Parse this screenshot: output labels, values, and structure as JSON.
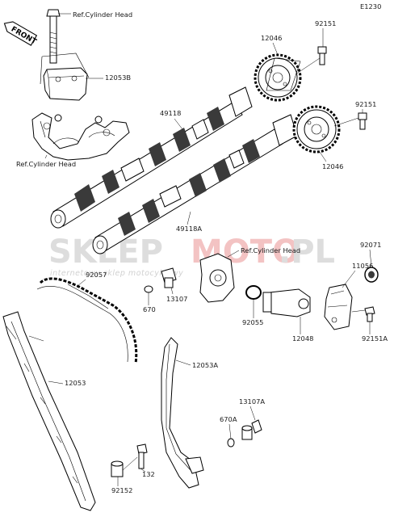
{
  "diagram_code": "E1230",
  "front_badge": "FRONT",
  "refs": {
    "top": "Ref.Cylinder Head",
    "mid": "Ref.Cylinder Head",
    "tensioner": "Ref.Cylinder Head"
  },
  "parts": {
    "p12053B": "12053B",
    "p12046_top": "12046",
    "p92151_top": "92151",
    "p49118": "49118",
    "p92151_right": "92151",
    "p12046_bottom": "12046",
    "p49118A": "49118A",
    "p92071": "92071",
    "p11056": "11056",
    "p92057": "92057",
    "p670": "670",
    "p13107": "13107",
    "p92055": "92055",
    "p12048": "12048",
    "p92151A": "92151A",
    "p12053": "12053",
    "p12053A": "12053A",
    "p13107A": "13107A",
    "p670A": "670A",
    "p92152": "92152",
    "p132": "132"
  },
  "watermark": {
    "brand_left": "SKLEP",
    "brand_mid": "MOTO",
    "brand_right": ".PL",
    "tagline": "internetowy sklep motocyklowy"
  },
  "colors": {
    "part_fill": "#ffffff",
    "part_shade": "#3a3a3a",
    "watermark_gray": "#d6d6d6",
    "watermark_red": "#f2b9b9"
  }
}
